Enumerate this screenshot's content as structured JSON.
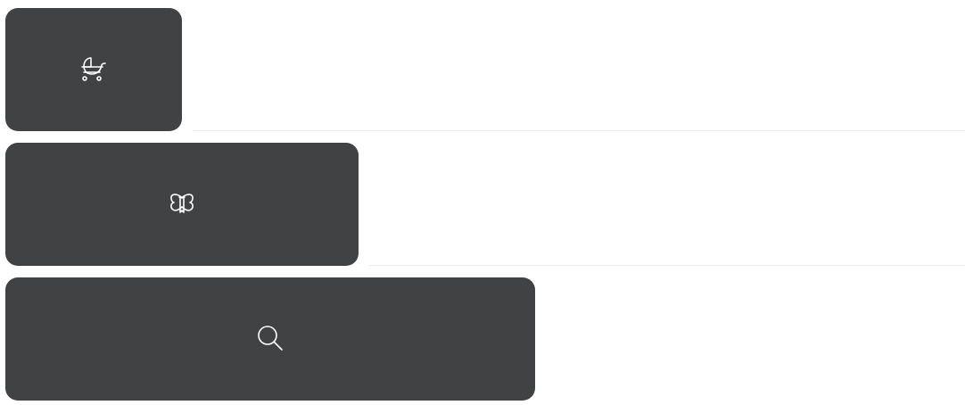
{
  "tiles": [
    {
      "name": "stroller",
      "icon": "baby-stroller-icon"
    },
    {
      "name": "gift",
      "icon": "gift-icon"
    },
    {
      "name": "search",
      "icon": "search-icon"
    }
  ],
  "colors": {
    "tile_background": "#414244",
    "icon_stroke": "#ffffff",
    "divider": "#ececec",
    "page_background": "#ffffff"
  }
}
